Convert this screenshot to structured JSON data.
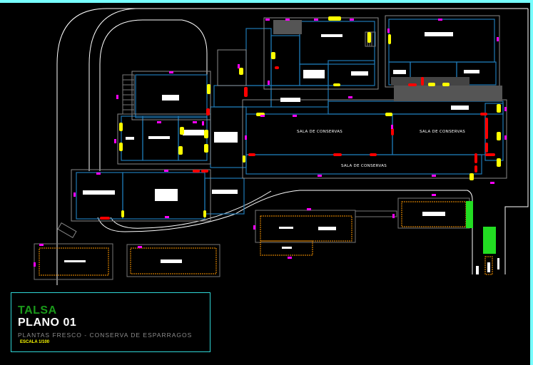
{
  "title_block": {
    "company": "TALSA",
    "plan_number": "PLANO 01",
    "subtitle": "PLANTAS FRESCO -  CONSERVA DE ESPARRAGOS",
    "scale": "ESCALA 1/100"
  },
  "rooms": {
    "sala_1": "SALA DE CONSERVAS",
    "sala_2": "SALA DE CONSERVAS",
    "sala_3": "SALA DE CONSERVAS"
  },
  "colors": {
    "background": "#000000",
    "frame": "#7ffcff",
    "title_border": "#2fd6d6",
    "wall_blue": "#1f78b4",
    "wall_gray": "#8a8a8a",
    "outline_white": "#ffffff",
    "door_yellow": "#ffff00",
    "door_red": "#ff0000",
    "marker_magenta": "#ff00ff",
    "green_area": "#22dd22",
    "dashed_orange": "#ff9900",
    "hatched_gray": "#555555"
  }
}
